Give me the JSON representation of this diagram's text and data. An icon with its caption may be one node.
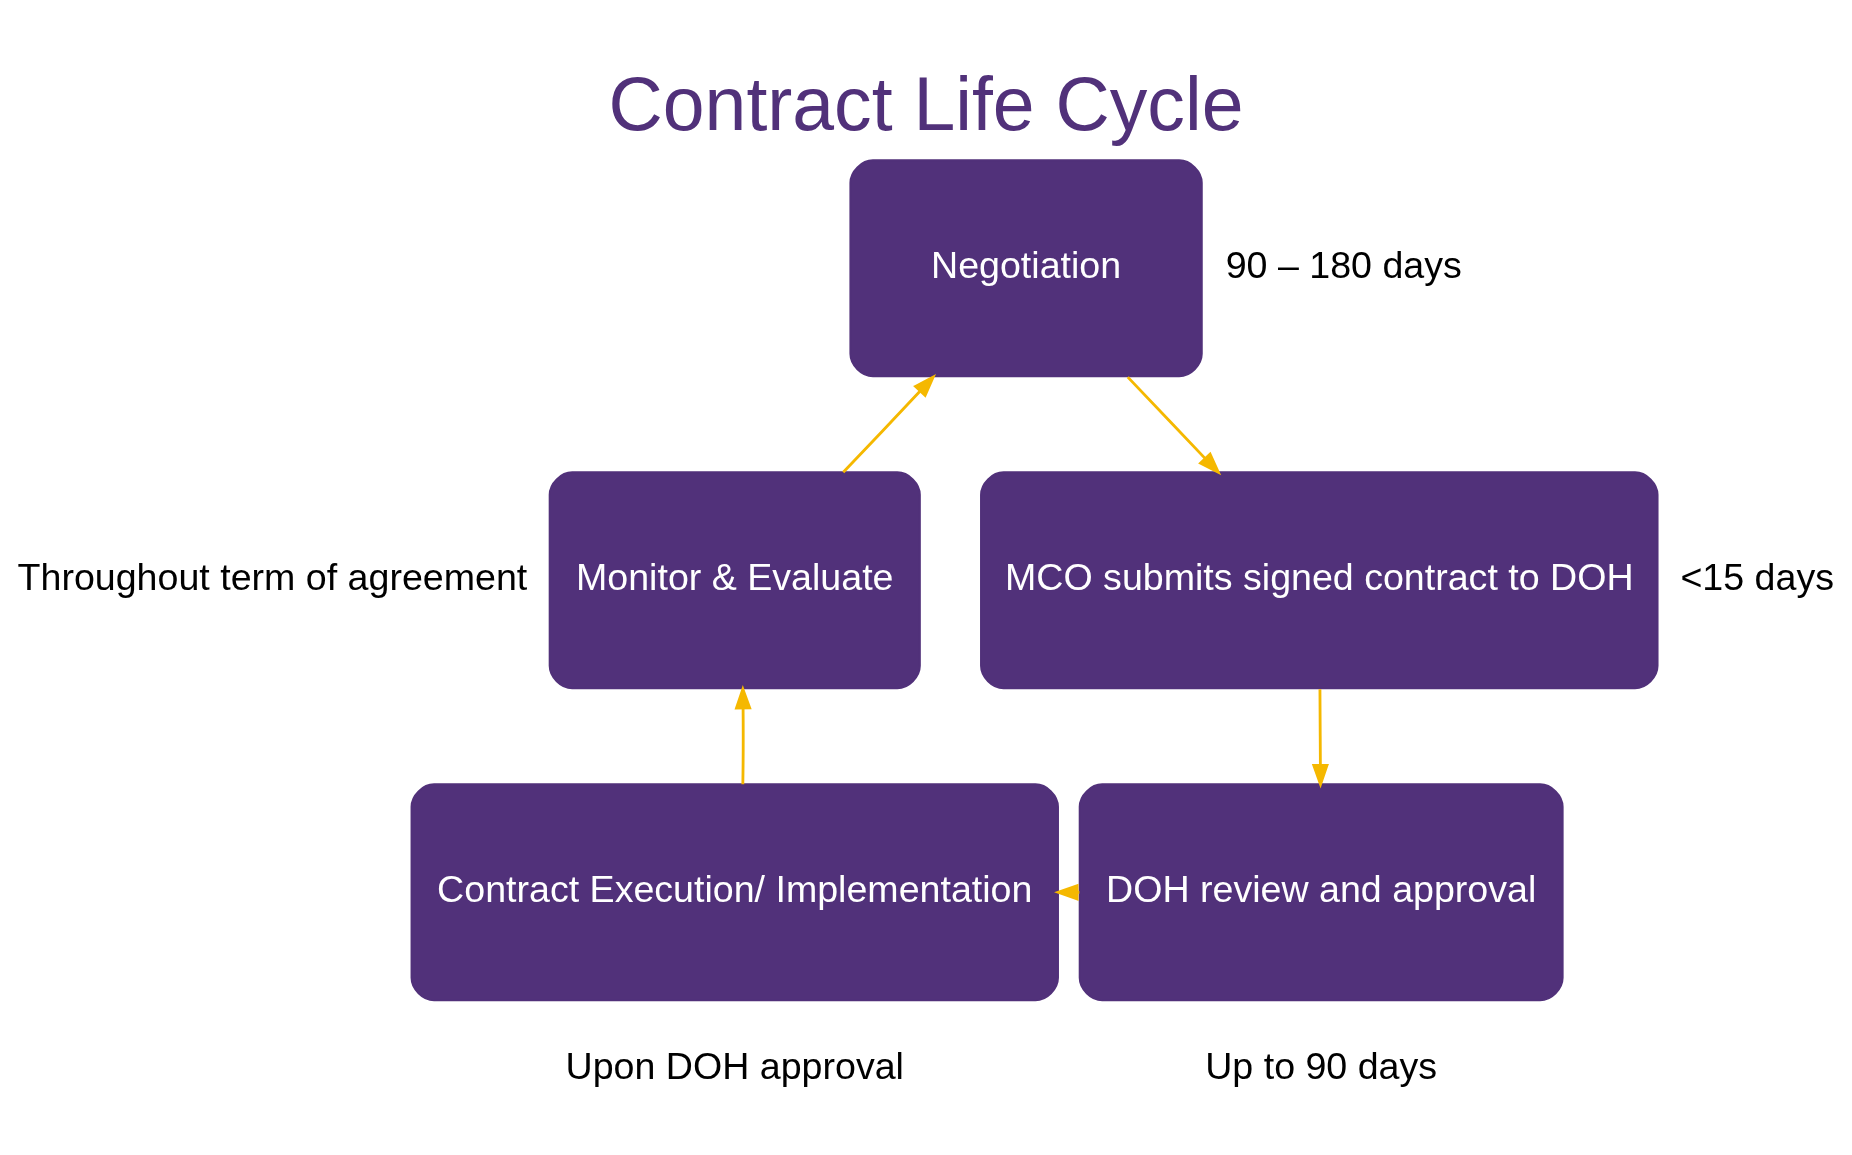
{
  "diagram": {
    "title": "Contract Life Cycle",
    "nodes": [
      {
        "text": [
          "Negotiation"
        ],
        "beside": [
          "90 – 180 days"
        ]
      },
      {
        "text": [
          "MCO submits signed contract to DOH"
        ],
        "beside": [
          "<15 days"
        ]
      },
      {
        "text": [
          "DOH review and approval"
        ],
        "beside": [
          "Up to 90 days"
        ]
      },
      {
        "text": [
          "Contract Execution/ Implementation"
        ],
        "beside": [
          "Upon DOH approval"
        ]
      },
      {
        "text": [
          "Monitor & Evaluate"
        ],
        "beside": [
          "Throughout term of agreement"
        ]
      }
    ],
    "edges": [
      {
        "from": 0,
        "to": 1,
        "arrow": "to"
      },
      {
        "from": 1,
        "to": 2,
        "arrow": "to"
      },
      {
        "from": 2,
        "to": 3,
        "arrow": "to"
      },
      {
        "from": 3,
        "to": 4,
        "arrow": "to"
      },
      {
        "from": 4,
        "to": 0,
        "arrow": "to"
      }
    ]
  }
}
